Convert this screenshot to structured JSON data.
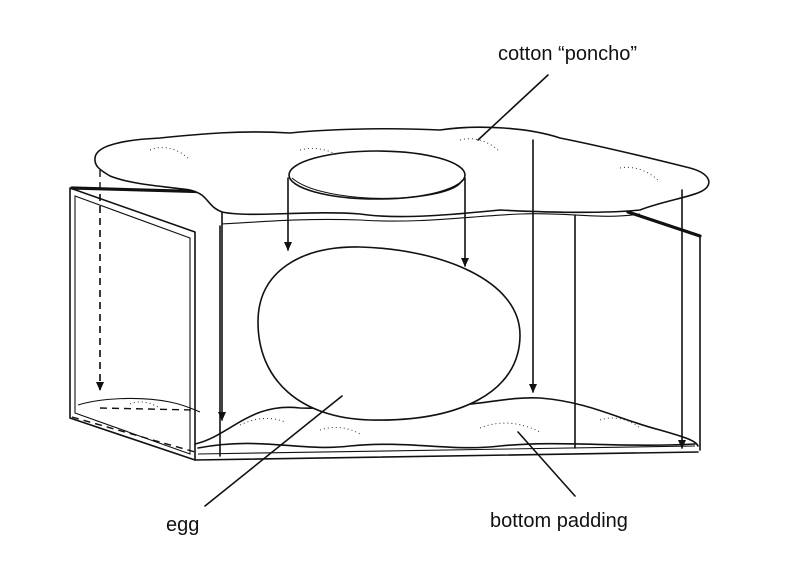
{
  "labels": {
    "poncho": "cotton “poncho”",
    "egg": "egg",
    "padding": "bottom padding"
  }
}
